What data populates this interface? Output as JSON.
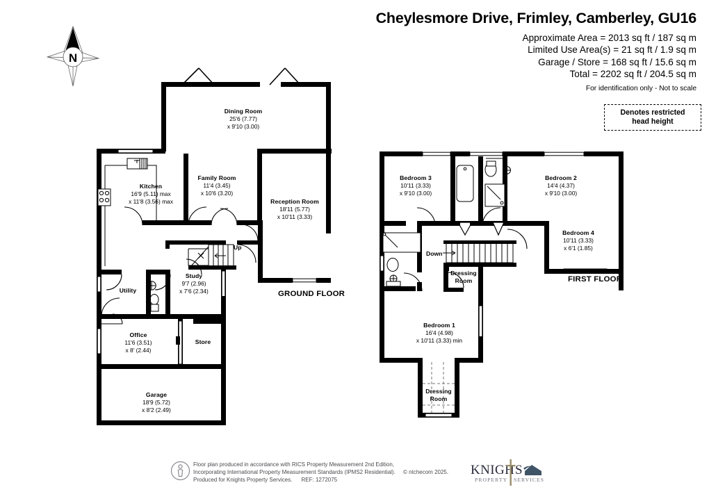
{
  "header": {
    "title": "Cheylesmore Drive, Frimley, Camberley, GU16",
    "areas": [
      "Approximate Area = 2013 sq ft / 187 sq m",
      "Limited Use Area(s) = 21 sq ft / 1.9 sq m",
      "Garage / Store = 168 sq ft / 15.6 sq m",
      "Total = 2202 sq ft / 204.5 sq m"
    ],
    "disclaimer": "For identification only - Not to scale"
  },
  "legend": {
    "line1": "Denotes restricted",
    "line2": "head height"
  },
  "compass": {
    "label": "N"
  },
  "ground_floor": {
    "label": "GROUND FLOOR",
    "stair_direction": "Up",
    "rooms": [
      {
        "name": "Dining Room",
        "dim1": "25'6 (7.77)",
        "dim2": "x 9'10 (3.00)"
      },
      {
        "name": "Kitchen",
        "dim1": "16'9 (5.11) max",
        "dim2": "x 11'8 (3.56) max"
      },
      {
        "name": "Family Room",
        "dim1": "11'4 (3.45)",
        "dim2": "x 10'6 (3.20)"
      },
      {
        "name": "Reception Room",
        "dim1": "18'11 (5.77)",
        "dim2": "x 10'11 (3.33)"
      },
      {
        "name": "Study",
        "dim1": "9'7 (2.96)",
        "dim2": "x 7'6 (2.34)"
      },
      {
        "name": "Utility",
        "dim1": "",
        "dim2": ""
      },
      {
        "name": "Office",
        "dim1": "11'6 (3.51)",
        "dim2": "x 8' (2.44)"
      },
      {
        "name": "Store",
        "dim1": "",
        "dim2": ""
      },
      {
        "name": "Garage",
        "dim1": "18'9 (5.72)",
        "dim2": "x 8'2 (2.49)"
      }
    ]
  },
  "first_floor": {
    "label": "FIRST FLOOR",
    "stair_direction": "Down",
    "rooms": [
      {
        "name": "Bedroom 3",
        "dim1": "10'11 (3.33)",
        "dim2": "x 9'10 (3.00)"
      },
      {
        "name": "Bedroom 2",
        "dim1": "14'4 (4.37)",
        "dim2": "x 9'10 (3.00)"
      },
      {
        "name": "Bedroom 4",
        "dim1": "10'11 (3.33)",
        "dim2": "x 6'1 (1.85)"
      },
      {
        "name": "Dressing Room",
        "dim1": "",
        "dim2": ""
      },
      {
        "name": "Bedroom 1",
        "dim1": "16'4 (4.98)",
        "dim2": "x 10'11 (3.33) min"
      },
      {
        "name": "Dressing Room",
        "dim1": "",
        "dim2": ""
      }
    ]
  },
  "footer": {
    "line1": "Floor plan produced in accordance with RICS Property Measurement 2nd Edition,",
    "line2a": "Incorporating International Property Measurement Standards (IPMS2 Residential).",
    "copyright": "© ntchecom 2025.",
    "line3": "Produced for Knights Property Services.",
    "ref": "REF: 1272075",
    "logo_main": "KNIGH",
    "logo_main2": "S",
    "logo_sub1": "PROPERTY",
    "logo_sub2": "SERVICES"
  },
  "colors": {
    "wall": "#000000",
    "footer_text": "#4b4b50",
    "logo_text": "#2b2b3c"
  }
}
